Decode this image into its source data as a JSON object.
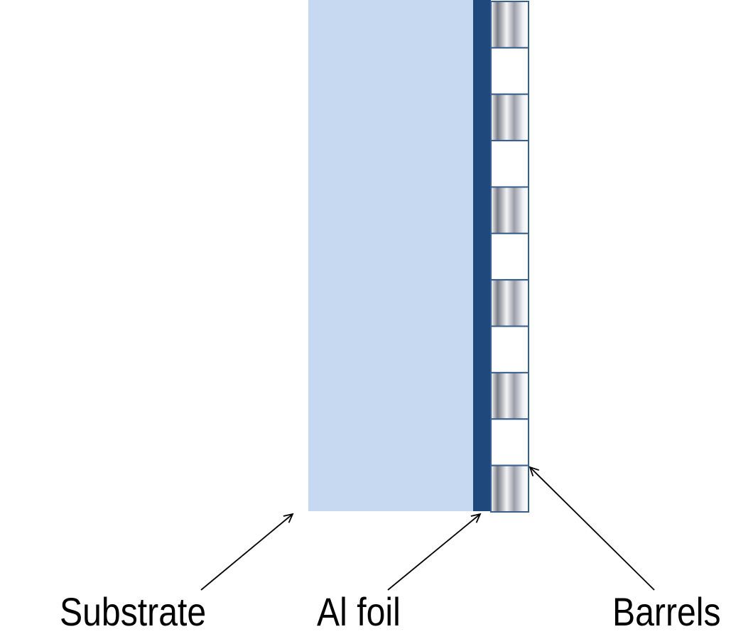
{
  "labels": {
    "substrate": "Substrate",
    "al_foil": "Al foil",
    "barrels": "Barrels"
  },
  "colors": {
    "substrate_fill": "#c6d9f0",
    "foil_fill": "#1f497d",
    "barrel_edge": "#395f8c",
    "arrow": "#000000"
  },
  "barrels": {
    "cell_pattern": [
      "barrel",
      "gap",
      "barrel",
      "gap",
      "barrel",
      "gap",
      "barrel",
      "gap",
      "barrel",
      "gap",
      "barrel"
    ]
  }
}
